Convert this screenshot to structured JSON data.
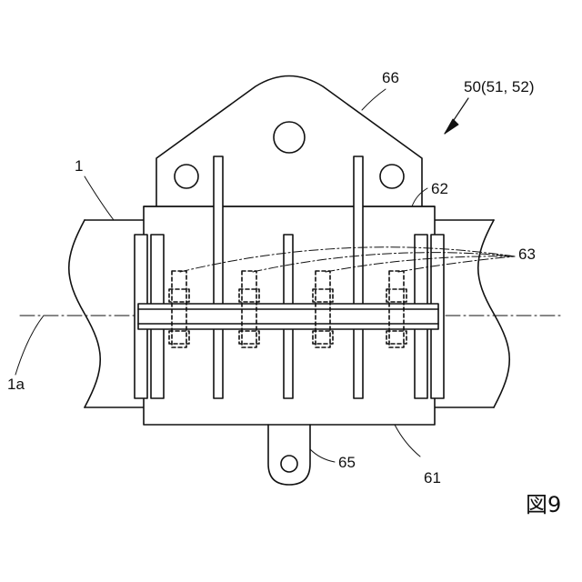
{
  "figure": {
    "caption": "図9",
    "labels": {
      "assembly": "50(51, 52)",
      "top_bracket": "66",
      "pipe": "1",
      "upper_plate": "62",
      "bolts": "63",
      "axis": "1a",
      "bottom_tab": "65",
      "lower_plate": "61"
    }
  }
}
